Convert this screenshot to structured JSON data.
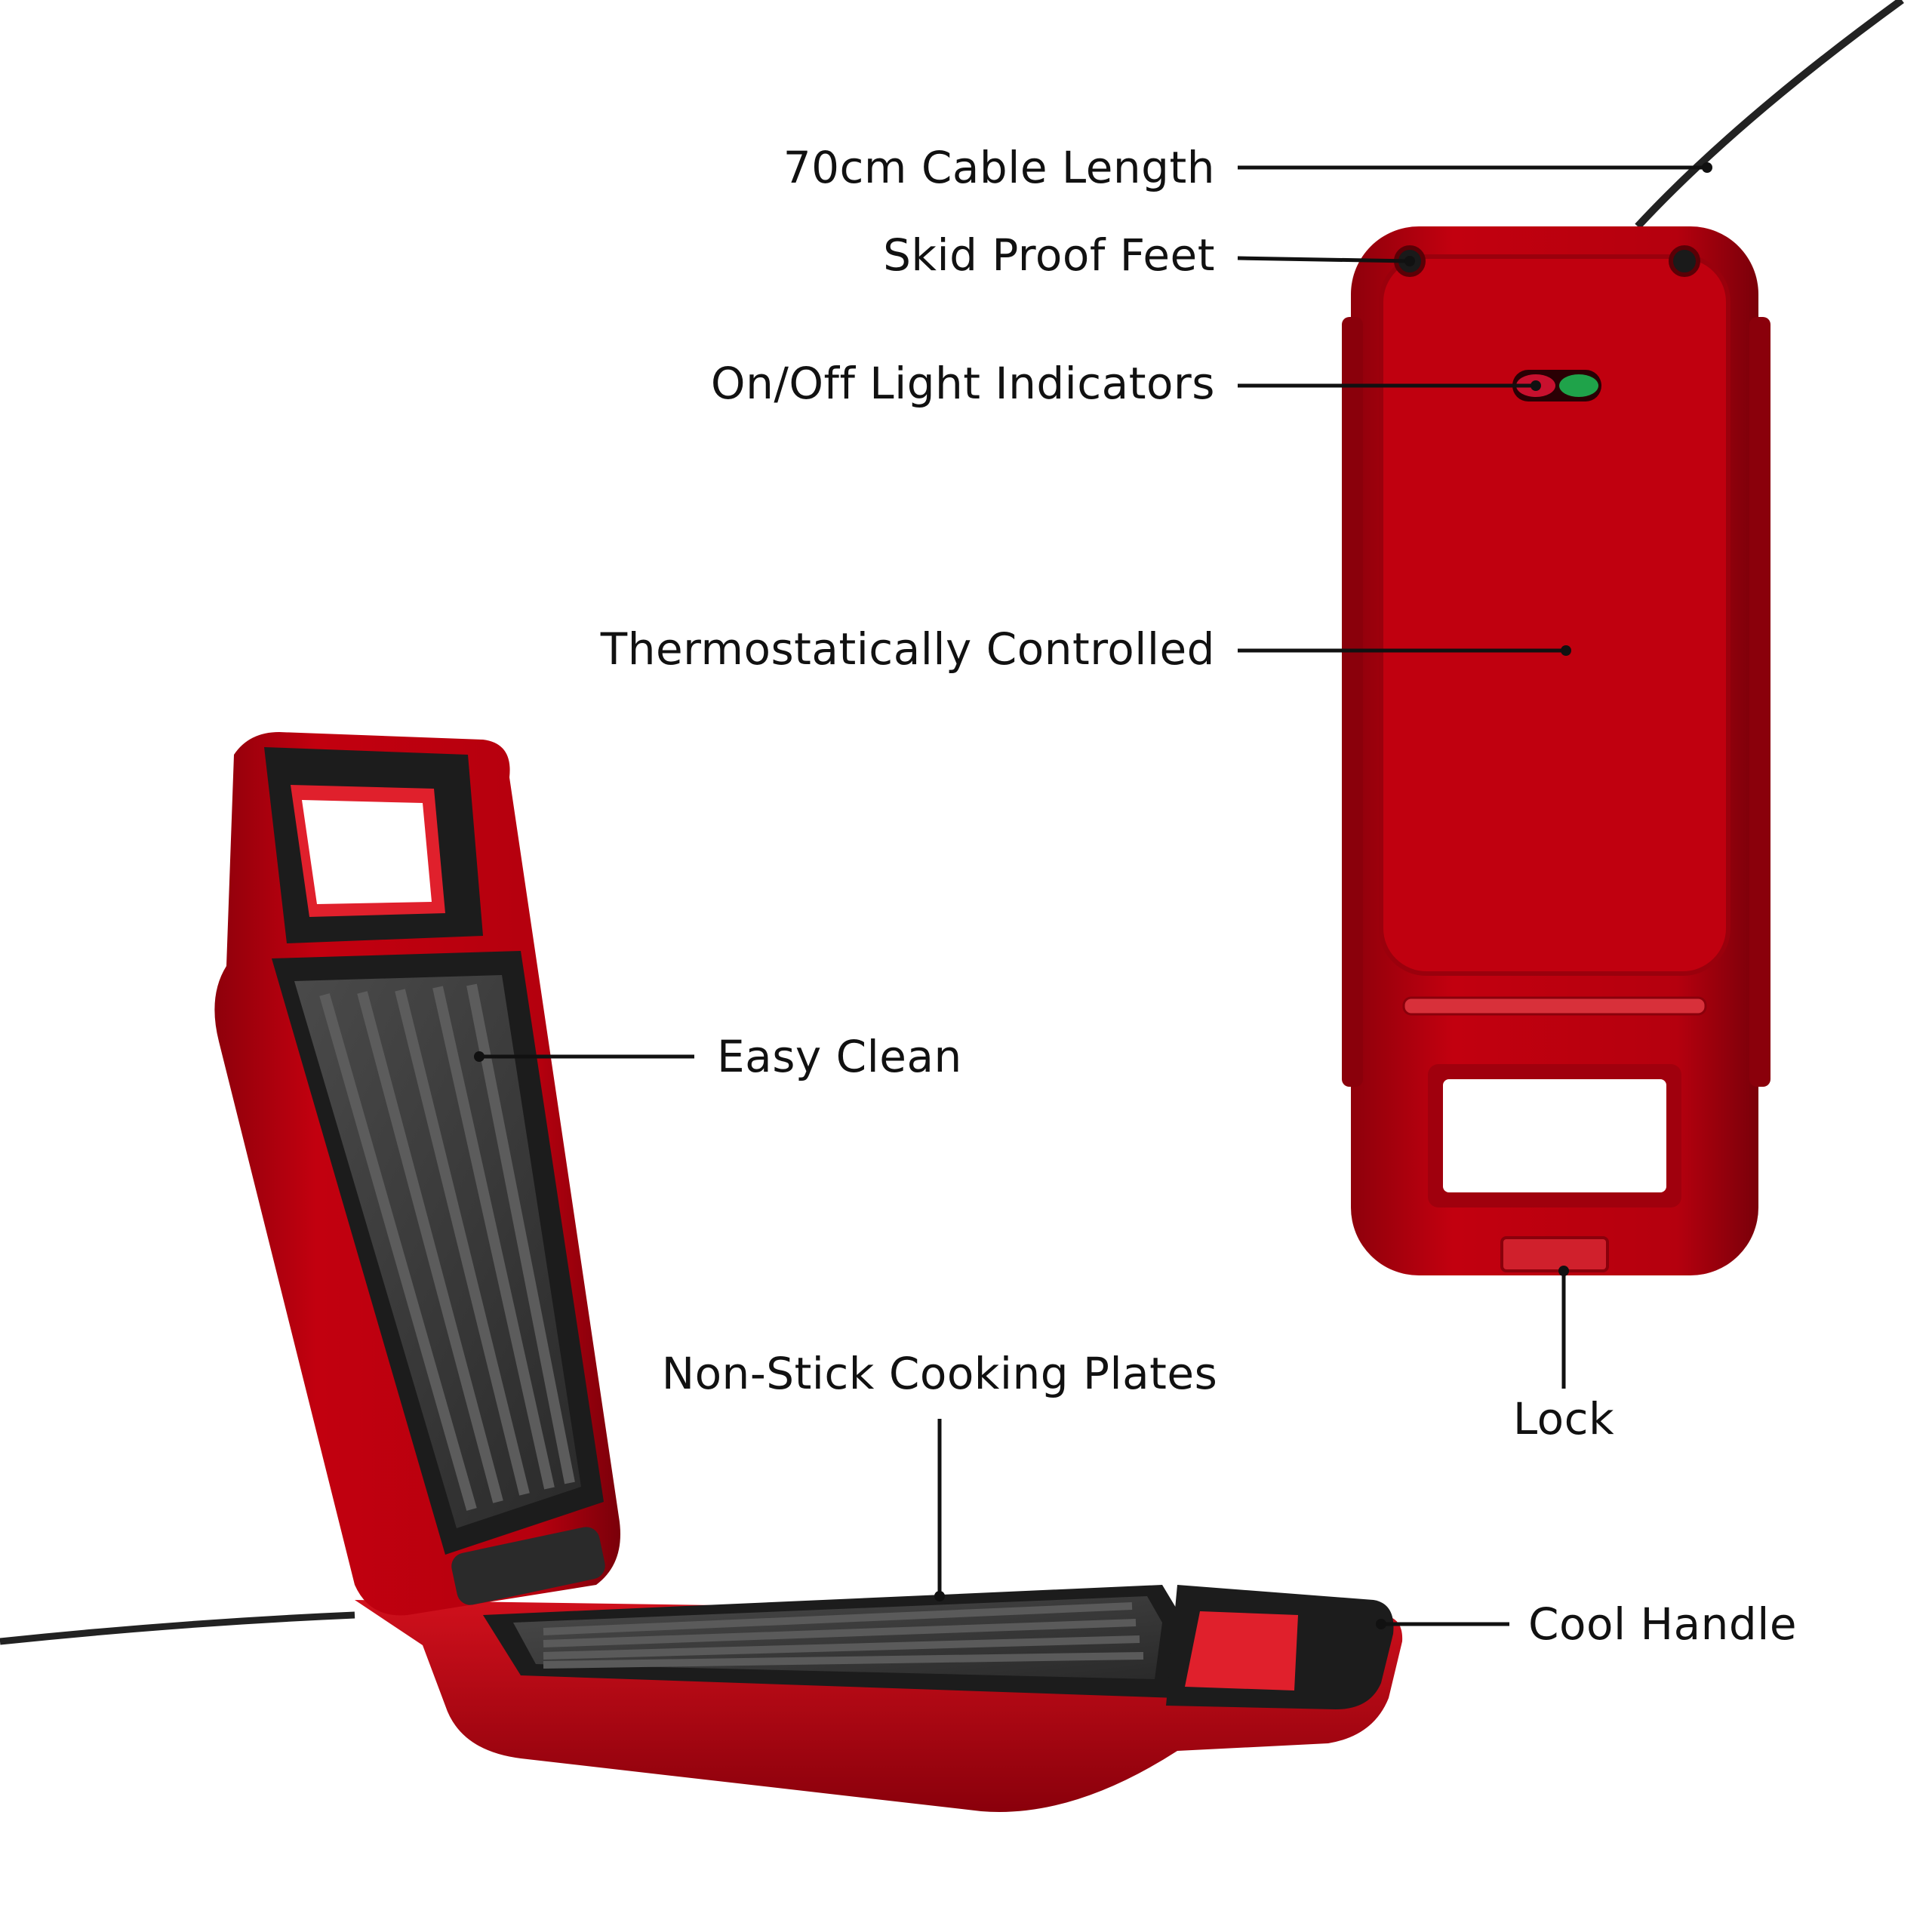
{
  "colors": {
    "body_red": "#b3000e",
    "body_red_dark": "#7a000a",
    "plate_grey": "#3a3a3a",
    "frame_black": "#1c1c1c",
    "indicator_green": "#1fa34a",
    "indicator_red": "#c8102e",
    "text": "#111111",
    "background": "#ffffff"
  },
  "callouts": {
    "cable_length": "70cm Cable Length",
    "skid_proof_feet": "Skid Proof Feet",
    "light_indicators": "On/Off Light Indicators",
    "thermostat": "Thermostatically Controlled",
    "easy_clean": "Easy Clean",
    "non_stick_plates": "Non-Stick Cooking Plates",
    "lock": "Lock",
    "cool_handle": "Cool Handle"
  },
  "icons": {
    "closed_unit": "closed-appliance-illustration",
    "open_unit": "open-appliance-illustration",
    "power_cable": "power-cable-icon"
  }
}
